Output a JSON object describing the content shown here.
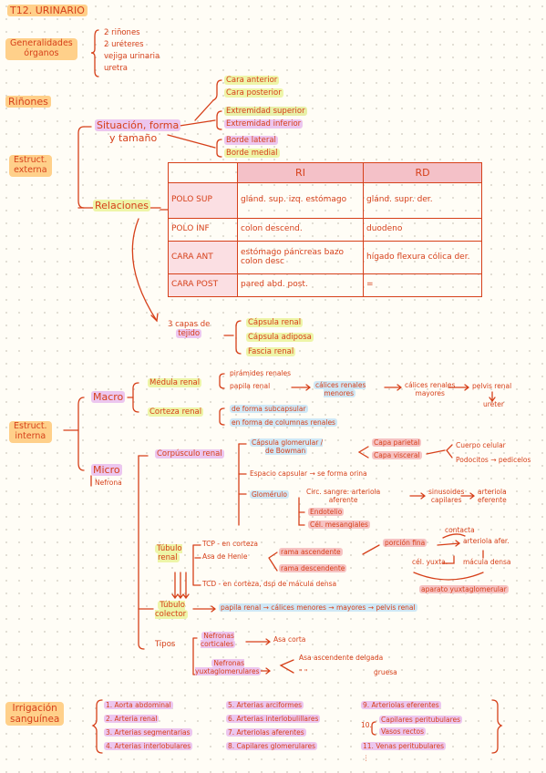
{
  "title": "T12. URINARIO",
  "generalidades": {
    "label_line1": "Generalidades",
    "label_line2": "órganos",
    "items": [
      "2 riñones",
      "2 uréteres",
      "vejiga urinaria",
      "uretra"
    ]
  },
  "rinones": {
    "label": "Riñones",
    "externa_label_1": "Estruct.",
    "externa_label_2": "externa",
    "situacion_1": "Situación, forma",
    "situacion_2": "y tamaño",
    "caras": [
      "Cara anterior",
      "Cara posterior"
    ],
    "extremidades": [
      "Extremidad superior",
      "Extremidad inferior"
    ],
    "bordes": [
      "Borde lateral",
      "Borde medial"
    ],
    "relaciones": "Relaciones",
    "table": {
      "col1": "RI",
      "col2": "RD",
      "rows": [
        {
          "label": "POLO SUP",
          "ri": "glánd. sup. izq. estómago",
          "rd": "glánd. supr. der."
        },
        {
          "label": "POLO INF",
          "ri": "colon descend.",
          "rd": "duodeno"
        },
        {
          "label": "CARA ANT",
          "ri": "estómago páncreas bazo colon desc",
          "rd": "hígado flexura cólica der."
        },
        {
          "label": "CARA POST",
          "ri": "pared abd. post.",
          "rd": "="
        }
      ]
    },
    "capas_label_1": "3 capas de",
    "capas_label_2": "tejido",
    "capas": [
      "Cápsula renal",
      "Cápsula adiposa",
      "Fascia renal"
    ]
  },
  "interna": {
    "label_1": "Estruct.",
    "label_2": "interna",
    "macro": "Macro",
    "medula": "Médula renal",
    "piramides": "pirámides renales",
    "papila": "papila renal",
    "calices_menores_1": "cálices renales",
    "calices_menores_2": "menores",
    "calices_mayores_1": "cálices renales",
    "calices_mayores_2": "mayores",
    "pelvis": "pelvis renal",
    "ureter": "uréter",
    "corteza": "Corteza renal",
    "corteza_1": "de forma subcapsular",
    "corteza_2": "en forma de columnas renales",
    "micro": "Micro",
    "nefrona": "Nefrona",
    "corpusculo": "Corpúsculo renal",
    "capsula_glom_1": "Cápsula glomerular /",
    "capsula_glom_2": "de Bowman",
    "capa_parietal": "Capa parietal",
    "capa_visceral": "Capa visceral",
    "cuerpo_celular": "Cuerpo celular",
    "podocitos": "Podocitos → pedicelos",
    "espacio": "Espacio capsular → se forma orina",
    "glomerulo": "Glomérulo",
    "circ_1": "Circ. sangre: arteriola",
    "circ_2": "aferente",
    "sinusoides_1": "sinusoides",
    "sinusoides_2": "capilares",
    "arteriola_ef_1": "arteriola",
    "arteriola_ef_2": "eferente",
    "endotelio": "Endotelio",
    "mesangiales": "Cél. mesangiales",
    "tubulo_renal_1": "Túbulo",
    "tubulo_renal_2": "renal",
    "tcp": "TCP - en corteza",
    "asa_henle": "Asa de Henle",
    "rama_asc": "rama ascendente",
    "rama_desc": "rama descendente",
    "porcion_fina": "porción fina",
    "contacta": "contacta",
    "arteriola_afer": "arteriola afer.",
    "cel_yuxta": "cél. yuxta.",
    "macula_densa": "mácula densa",
    "aparato_yuxta": "aparato yuxtaglomerular",
    "tcd": "TCD - en corteza, dsp de mácula densa",
    "tubulo_col_1": "Túbulo",
    "tubulo_col_2": "colector",
    "colector_chain": "papila renal → cálices menores → mayores → pelvis renal",
    "tipos": "Tipos",
    "nef_cort_1": "Nefronas",
    "nef_cort_2": "corticales",
    "asa_corta": "Asa corta",
    "nef_yuxta_1": "Nefronas",
    "nef_yuxta_2": "yuxtaglomerulares",
    "asa_asc_delgada": "Asa ascendente delgada",
    "comillas": "\"         \"",
    "gruesa": "gruesa"
  },
  "irrigacion": {
    "label_1": "Irrigación",
    "label_2": "sanguínea",
    "col1": [
      "1. Aorta abdominal",
      "2. Arteria renal",
      "3. Arterias segmentarias",
      "4. Arterias interlobulares"
    ],
    "col2": [
      "5. Arterias arciformes",
      "6. Arterias interlobulillares",
      "7. Arteriolas aferentes",
      "8. Capilares glomerulares"
    ],
    "item9": "9. Arteriolas eferentes",
    "item10_num": "10.",
    "item10_a": "Capilares peritubulares",
    "item10_b": "Vasos rectos",
    "item11": "11. Venas peritubulares",
    "dots": "⋮"
  }
}
